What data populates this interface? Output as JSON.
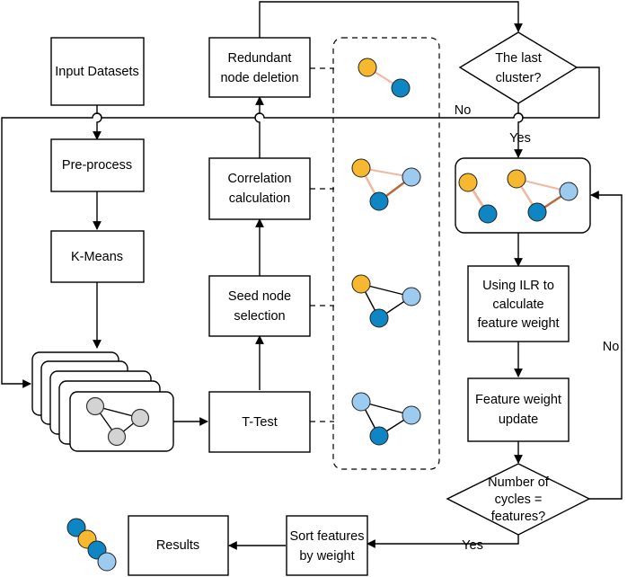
{
  "nodes": {
    "input": "Input Datasets",
    "preprocess": "Pre-process",
    "kmeans": "K-Means",
    "ttest": "T-Test",
    "seed": [
      "Seed node",
      "selection"
    ],
    "corr": [
      "Correlation",
      "calculation"
    ],
    "redundant": [
      "Redundant",
      "node deletion"
    ],
    "last_cluster": [
      "The last",
      "cluster?"
    ],
    "ilr": [
      "Using ILR to",
      "calculate",
      "feature weight"
    ],
    "fw_update": [
      "Feature weight",
      "update"
    ],
    "cycles": [
      "Number of",
      "cycles =",
      "features?"
    ],
    "sort": [
      "Sort features",
      "by weight"
    ],
    "results": "Results"
  },
  "edge_labels": {
    "no_top": "No",
    "yes_top": "Yes",
    "no_right": "No",
    "yes_bottom": "Yes"
  },
  "colors": {
    "orange": "#F5B82E",
    "dark_blue": "#0F86C4",
    "light_blue": "#9DCBF0",
    "grey_node": "#D3D3D3",
    "edge_light": "#F0B8A0",
    "edge_dark": "#B8683C"
  }
}
